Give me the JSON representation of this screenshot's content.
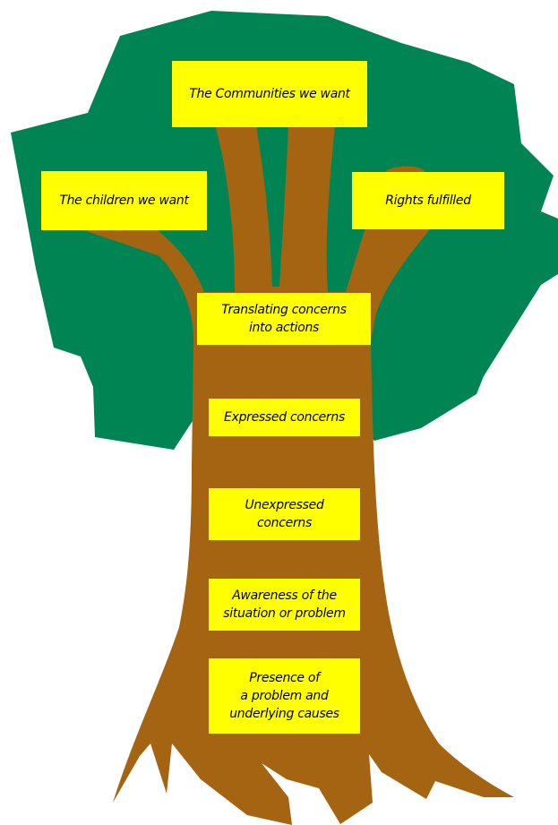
{
  "colors": {
    "canopy": "#008453",
    "trunk": "#a56412",
    "label_fill": "#ffff00",
    "label_text": "#000000",
    "background": "#ffffff"
  },
  "labels": {
    "communities": "The Communities we want",
    "children": "The children we want",
    "rights": "Rights fulfilled",
    "translating": "Translating concerns\ninto actions",
    "expressed": "Expressed concerns",
    "unexpressed": "Unexpressed\nconcerns",
    "awareness": "Awareness of the\nsituation or problem",
    "presence": "Presence of\na problem and\nunderlying causes"
  }
}
